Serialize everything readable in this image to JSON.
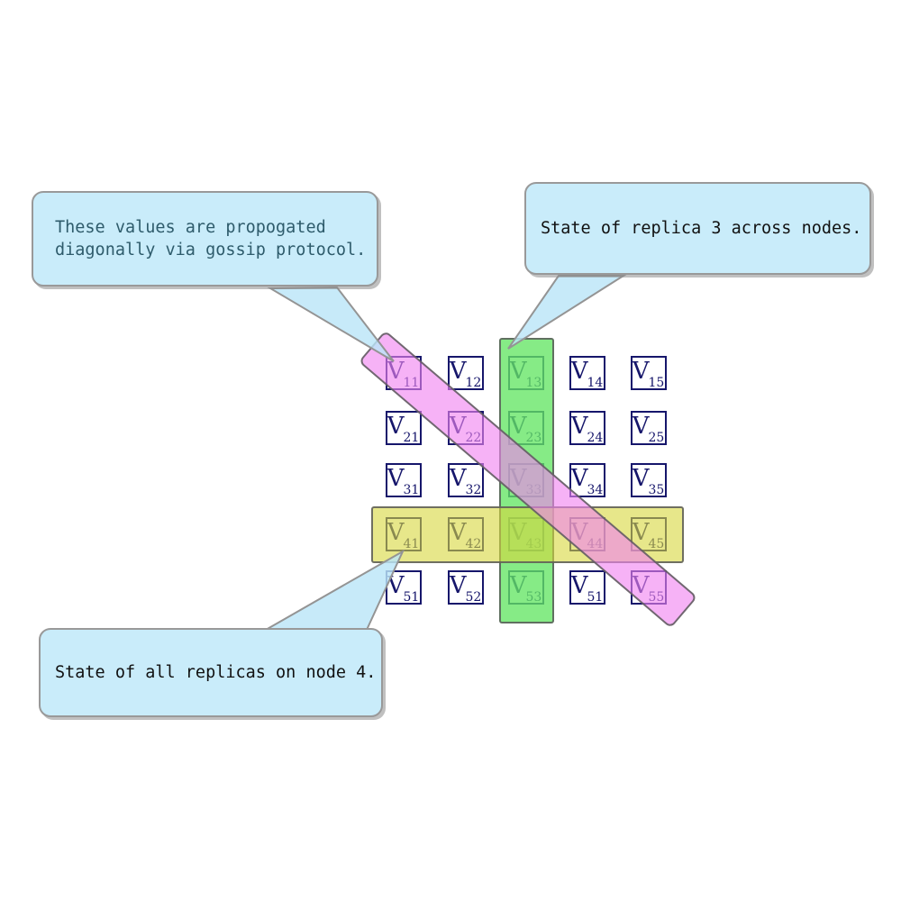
{
  "matrix": {
    "symbol": "V",
    "rows": [
      [
        "11",
        "12",
        "13",
        "14",
        "15"
      ],
      [
        "21",
        "22",
        "23",
        "24",
        "25"
      ],
      [
        "31",
        "32",
        "33",
        "34",
        "35"
      ],
      [
        "41",
        "42",
        "43",
        "44",
        "45"
      ],
      [
        "51",
        "52",
        "53",
        "51",
        "55"
      ]
    ]
  },
  "highlights": {
    "replica_column": {
      "name": "replica-3-column",
      "fill": "rgba(100,230,100,0.78)"
    },
    "node_row": {
      "name": "node-4-row",
      "fill": "rgba(215,215,60,0.6)"
    },
    "gossip_diagonal": {
      "name": "gossip-diagonal",
      "fill": "rgba(240,130,240,0.62)"
    }
  },
  "callouts": [
    {
      "text": "These values are propogated\ndiagonally via gossip protocol.",
      "text_color": "#2e5b6b"
    },
    {
      "text": "State of replica 3 across nodes.",
      "text_color": "#111111"
    },
    {
      "text": "State of all replicas on node 4.",
      "text_color": "#111111"
    }
  ],
  "colors": {
    "cell_border": "#16166b",
    "cell_text": "#16166b",
    "bubble_fill": "#c9ecfa",
    "bubble_border": "#999999",
    "band_border": "#5a5a5a"
  }
}
